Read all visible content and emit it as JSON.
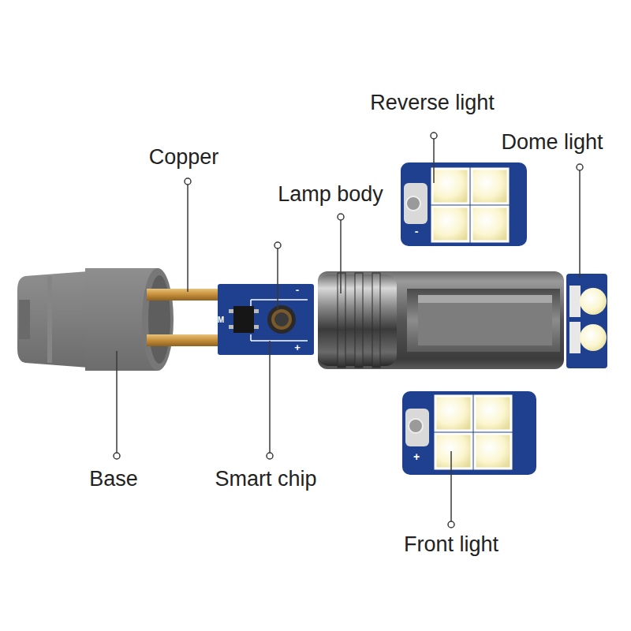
{
  "diagram": {
    "labels": [
      "Reverse light",
      "Dome light",
      "Copper",
      "Lamp body",
      "Base",
      "Smart chip",
      "Front light",
      "-",
      "M",
      "+",
      "-",
      "+"
    ]
  }
}
